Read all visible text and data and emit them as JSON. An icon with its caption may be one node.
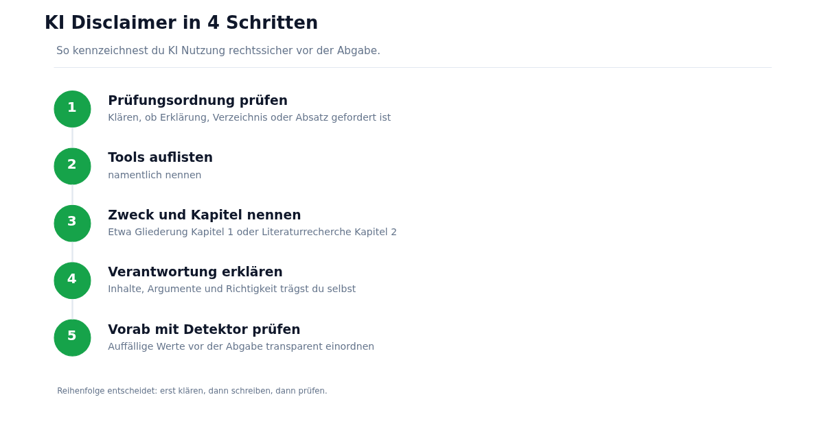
{
  "diagram": {
    "title": "KI Disclaimer in 4 Schritten",
    "nodes": [
      {
        "text": [
          "1"
        ],
        "beside": [
          "Prüfungsordnung prüfen",
          "Klären, ob Erklärung, Verzeichnis oder Absatz gefordert ist"
        ]
      },
      {
        "text": [
          "2"
        ],
        "beside": [
          "Tools auflisten",
          "namentlich nennen"
        ]
      },
      {
        "text": [
          "3"
        ],
        "beside": [
          "Zweck und Kapitel nennen",
          "Etwa Gliederung Kapitel 1 oder Literaturrecherche Kapitel 2"
        ]
      },
      {
        "text": [
          "4"
        ],
        "beside": [
          "Verantwortung erklären",
          "Inhalte, Argumente und Richtigkeit trägst du selbst"
        ]
      },
      {
        "text": [
          "5"
        ],
        "beside": [
          "Vorab mit Detektor prüfen",
          "Auffällige Werte vor der Abgabe transparent einordnen"
        ]
      }
    ],
    "edges": [
      {
        "from": 0,
        "to": 1,
        "arrow": "none"
      },
      {
        "from": 1,
        "to": 2,
        "arrow": "none"
      },
      {
        "from": 2,
        "to": 3,
        "arrow": "none"
      },
      {
        "from": 3,
        "to": 4,
        "arrow": "none"
      }
    ],
    "labels": [
      "So kennzeichnest du KI Nutzung rechtssicher vor der Abgabe.",
      "Reihenfolge entscheidet: erst klären, dann schreiben, dann prüfen."
    ]
  }
}
